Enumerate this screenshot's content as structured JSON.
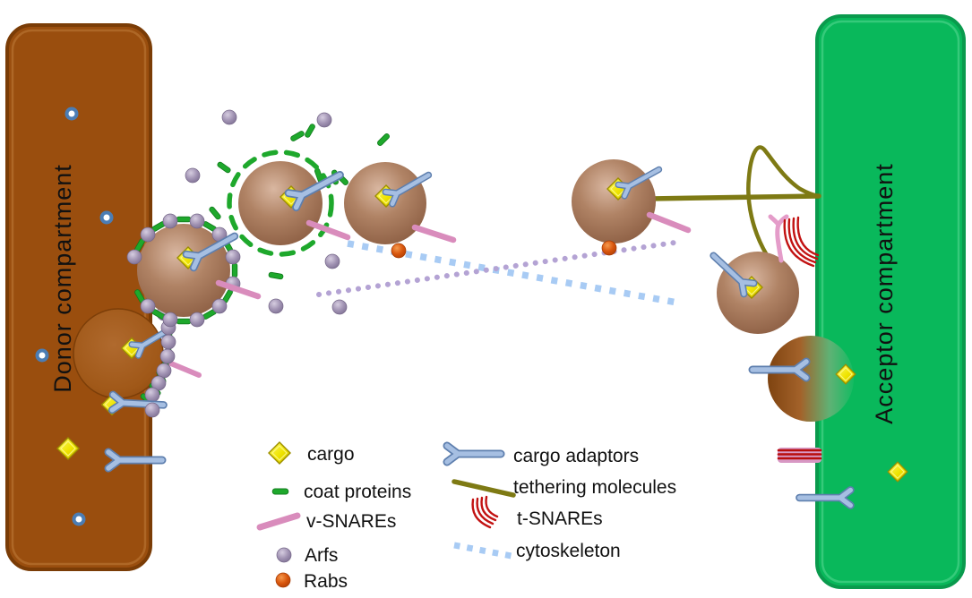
{
  "compartments": {
    "donor": {
      "label": "Donor compartment",
      "fill": "#9a4e0e",
      "edge": "#7a3c06",
      "pore_color": "#4b7db4"
    },
    "acceptor": {
      "label": "Acceptor compartment",
      "fill": "#09b85b",
      "edge": "#0a9a4d"
    }
  },
  "legend": {
    "left": [
      {
        "id": "cargo",
        "label": "cargo",
        "color": "#efe400"
      },
      {
        "id": "coat-proteins",
        "label": "coat proteins",
        "color": "#1ea82c"
      },
      {
        "id": "v-snares",
        "label": "v-SNAREs",
        "color": "#d98cbc"
      },
      {
        "id": "arfs",
        "label": "Arfs",
        "color": "#a294b4"
      },
      {
        "id": "rabs",
        "label": "Rabs",
        "color": "#d9570e"
      }
    ],
    "right": [
      {
        "id": "cargo-adaptors",
        "label": "cargo adaptors",
        "color": "#9fb9df"
      },
      {
        "id": "tethering-molecules",
        "label": "tethering molecules",
        "color": "#7e7a14"
      },
      {
        "id": "t-snares",
        "label": "t-SNAREs",
        "color": "#c01010"
      },
      {
        "id": "cytoskeleton",
        "label": "cytoskeleton",
        "color": "#a8cbf4"
      }
    ]
  },
  "other_colors": {
    "vesicle_membrane": "#9c6f52",
    "microtubule_dotted": "#b4a3d4"
  }
}
